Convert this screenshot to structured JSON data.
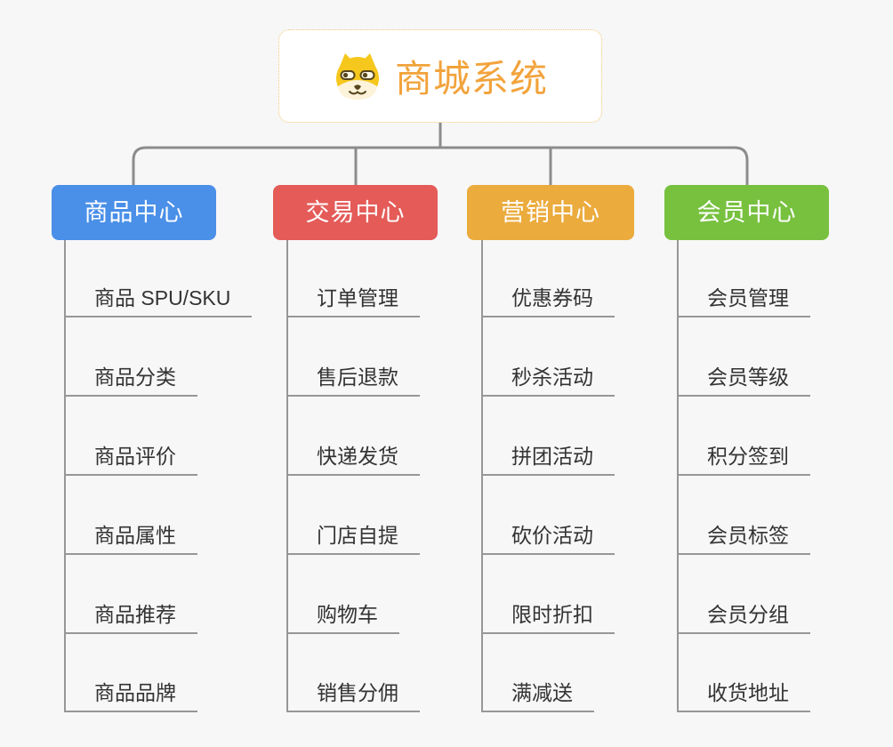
{
  "root": {
    "title": "商城系统",
    "icon": "doge-face-icon"
  },
  "branches": [
    {
      "label": "商品中心",
      "color": "#4a8fe8",
      "children": [
        "商品 SPU/SKU",
        "商品分类",
        "商品评价",
        "商品属性",
        "商品推荐",
        "商品品牌"
      ]
    },
    {
      "label": "交易中心",
      "color": "#e45b58",
      "children": [
        "订单管理",
        "售后退款",
        "快递发货",
        "门店自提",
        "购物车",
        "销售分佣"
      ]
    },
    {
      "label": "营销中心",
      "color": "#ebab3d",
      "children": [
        "优惠券码",
        "秒杀活动",
        "拼团活动",
        "砍价活动",
        "限时折扣",
        "满减送"
      ]
    },
    {
      "label": "会员中心",
      "color": "#77c13f",
      "children": [
        "会员管理",
        "会员等级",
        "积分签到",
        "会员标签",
        "会员分组",
        "收货地址"
      ]
    }
  ],
  "colors": {
    "root_text": "#f2a33c",
    "root_border": "#f0c474",
    "connector": "#8c8c8c",
    "leaf_line": "#979797",
    "leaf_text": "#333333",
    "branch_text": "#ffffff",
    "canvas_bg": "#f7f7f7"
  }
}
